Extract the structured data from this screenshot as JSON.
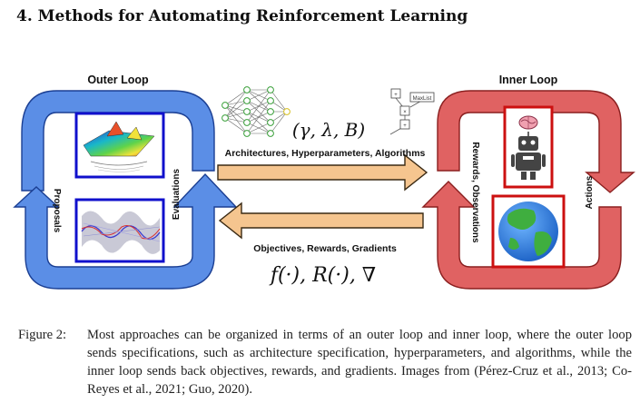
{
  "section": {
    "number": "4.",
    "title": "Methods for Automating Reinforcement Learning"
  },
  "figure": {
    "outer_loop_title": "Outer Loop",
    "inner_loop_title": "Inner Loop",
    "proposals_label": "Proposals",
    "evaluations_label": "Evaluations",
    "rewards_observations_label": "Rewards, Observations",
    "actions_label": "Actions",
    "top_arrow_label": "Architectures, Hyperparameters, Algorithms",
    "bottom_arrow_label": "Objectives,  Rewards,  Gradients",
    "hyper_formula": "(γ, λ, B)",
    "objective_formula": "f(·), R(·), ∇",
    "tree_node_labels": [
      "+",
      "MaxList",
      "×",
      "+"
    ],
    "colors": {
      "outer": "#5b8ee6",
      "inner": "#e06262",
      "transfer_arrow": "#f5c58f",
      "frame_blue": "#1010cc",
      "frame_red": "#cc1010"
    }
  },
  "caption": {
    "label": "Figure 2:",
    "text": "Most approaches can be organized in terms of an outer loop and inner loop, where the outer loop sends specifications, such as architecture specification, hyperparameters, and algorithms, while the inner loop sends back objectives, rewards, and gradients. Images from (Pérez-Cruz et al., 2013; Co-Reyes et al., 2021; Guo, 2020)."
  }
}
